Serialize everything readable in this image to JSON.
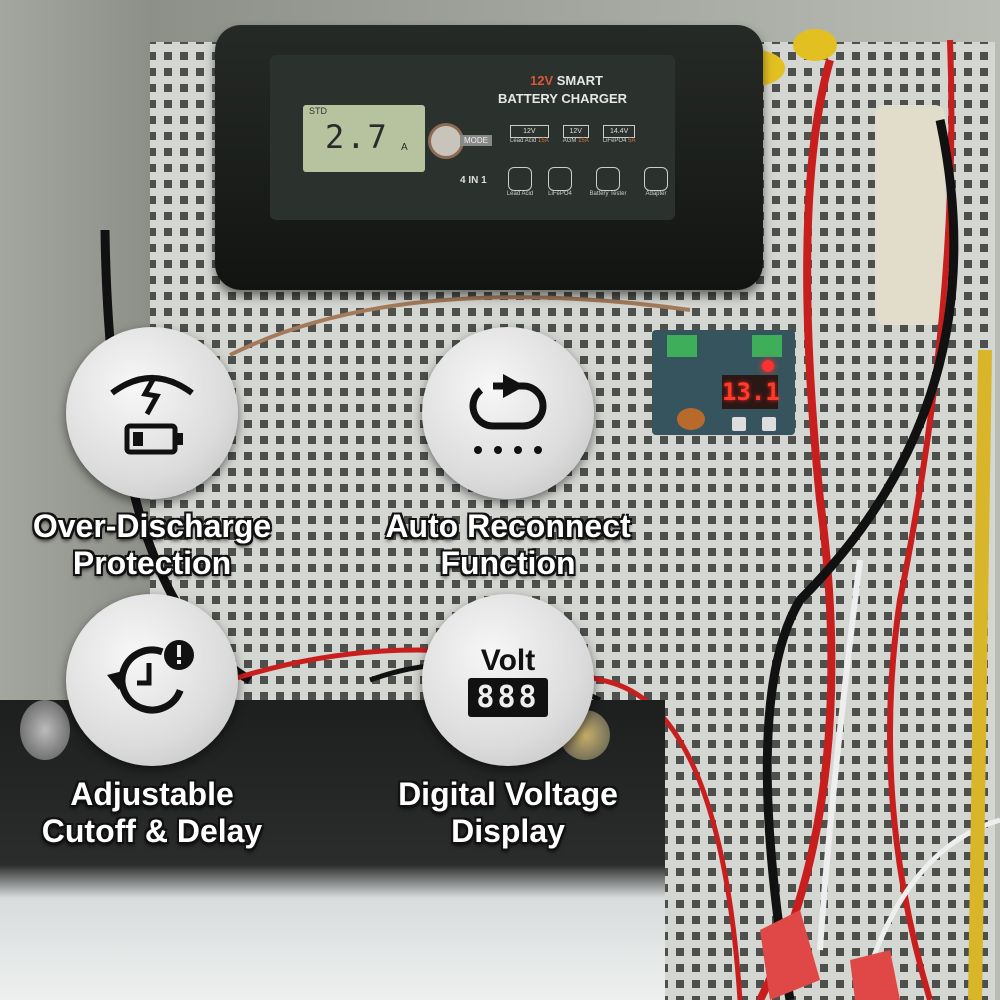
{
  "charger": {
    "title_voltage": "12V",
    "title_rest": "SMART",
    "title_line2": "BATTERY CHARGER",
    "lcd_mode": "STD",
    "lcd_value": "2.7",
    "lcd_unit": "A",
    "mode_label": "MODE",
    "modes": [
      {
        "chip": "12V",
        "name": "Lead Acid",
        "amps": "15A"
      },
      {
        "chip": "12V",
        "name": "AGM",
        "amps": "15A"
      },
      {
        "chip": "14.4V",
        "name": "LiFePO4",
        "amps": "5A"
      }
    ],
    "four_in_one": "4 IN 1",
    "functions": [
      "Lead Acid",
      "LiFePO4",
      "Battery Tester",
      "Adapter"
    ]
  },
  "module": {
    "display": "13.1"
  },
  "features": [
    {
      "icon": "over-discharge-icon",
      "line1": "Over-Discharge",
      "line2": "Protection"
    },
    {
      "icon": "auto-reconnect-icon",
      "line1": "Auto Reconnect",
      "line2": "Function"
    },
    {
      "icon": "adjustable-delay-icon",
      "line1": "Adjustable",
      "line2": "Cutoff & Delay"
    },
    {
      "icon": "digital-voltage-icon",
      "line1": "Digital Voltage",
      "line2": "Display",
      "icon_text": "Volt",
      "icon_digits": "888"
    }
  ],
  "colors": {
    "badge": "#e6e6e6",
    "label_text": "#ffffff",
    "wire_red": "#c81e1e",
    "led": "#ff3b2a"
  }
}
